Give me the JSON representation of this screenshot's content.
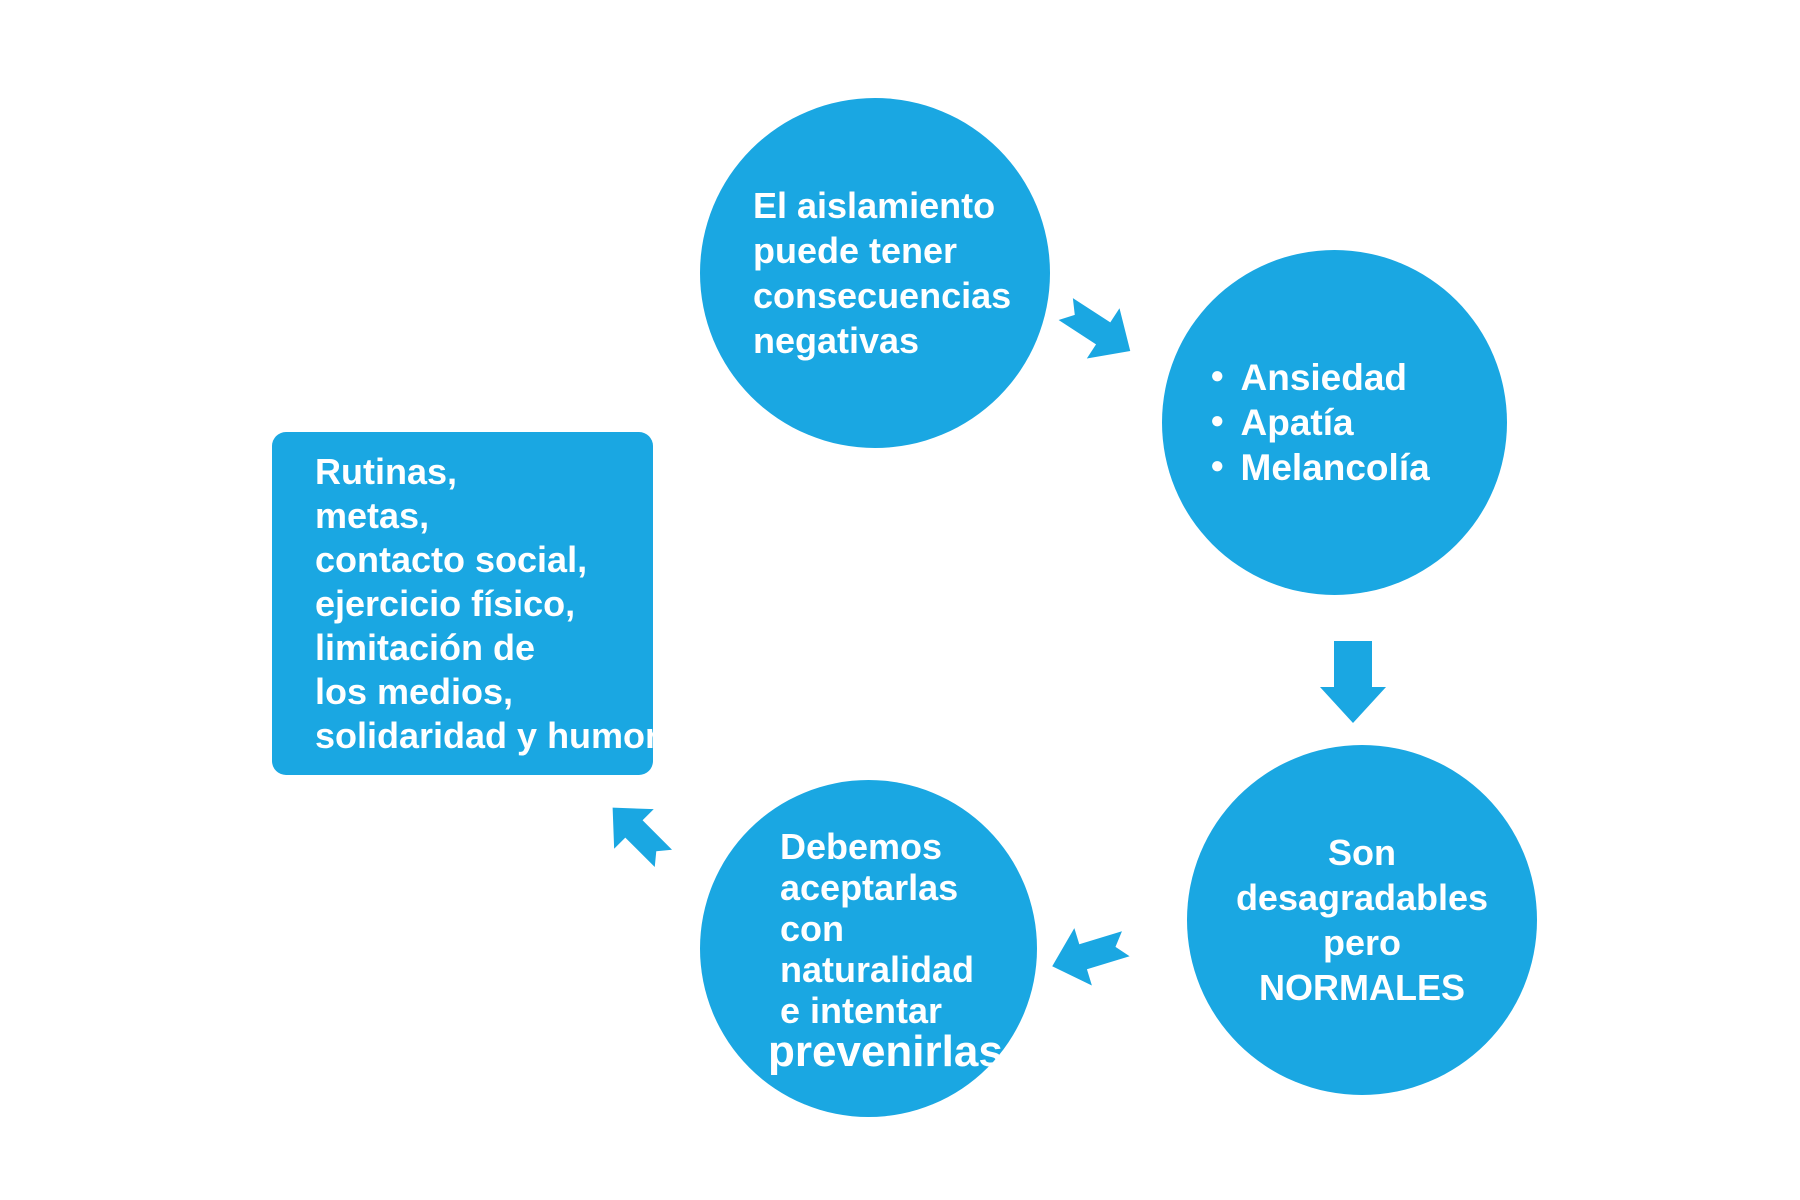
{
  "diagram": {
    "title_present": false,
    "background_color": "#ffffff",
    "accent_color": "#1aa7e2",
    "text_color": "#ffffff",
    "bullet_glyph": "●",
    "nodes": [
      {
        "id": "isolation-consequences",
        "shape": "circle",
        "lines": [
          "El aislamiento",
          "puede tener",
          "consecuencias",
          "negativas"
        ]
      },
      {
        "id": "emotions-list",
        "shape": "circle",
        "items": [
          "Ansiedad",
          "Apatía",
          "Melancolía"
        ]
      },
      {
        "id": "normal-feelings",
        "shape": "circle",
        "lines": [
          "Son",
          "desagradables",
          "pero",
          "NORMALES"
        ]
      },
      {
        "id": "accept-prevent",
        "shape": "circle",
        "lines": [
          "Debemos",
          "aceptarlas",
          "con",
          "naturalidad",
          "e intentar"
        ],
        "emphasis_line": "prevenirlas"
      },
      {
        "id": "coping-strategies",
        "shape": "rounded-square",
        "lines": [
          "Rutinas,",
          "metas,",
          "contacto social,",
          "ejercicio físico,",
          "limitación de",
          "los medios,",
          "solidaridad y humor"
        ]
      }
    ],
    "arrows": [
      {
        "from": "isolation-consequences",
        "to": "emotions-list",
        "direction": "down-right",
        "style": "notched-block-arrow"
      },
      {
        "from": "emotions-list",
        "to": "normal-feelings",
        "direction": "down",
        "style": "block-arrow"
      },
      {
        "from": "normal-feelings",
        "to": "accept-prevent",
        "direction": "left",
        "style": "notched-block-arrow"
      },
      {
        "from": "accept-prevent",
        "to": "coping-strategies",
        "direction": "up-left",
        "style": "notched-block-arrow"
      }
    ]
  }
}
